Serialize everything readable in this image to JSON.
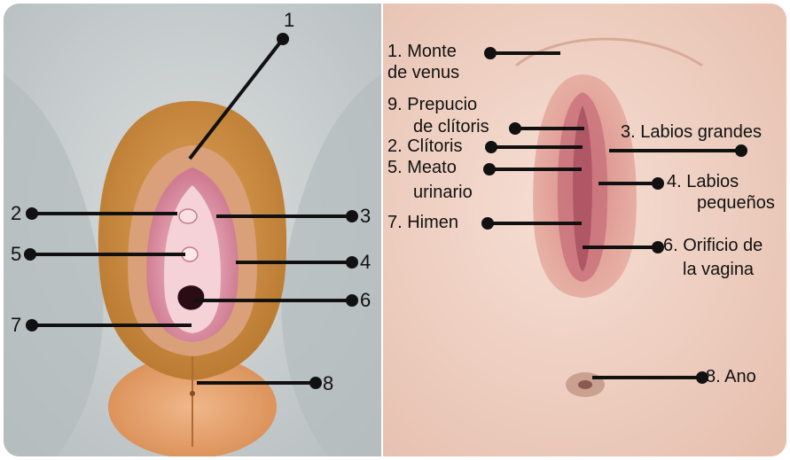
{
  "left_panel": {
    "labels": {
      "n1": "1",
      "n2": "2",
      "n3": "3",
      "n4": "4",
      "n5": "5",
      "n6": "6",
      "n7": "7",
      "n8": "8"
    }
  },
  "right_panel": {
    "labels": {
      "monte_line1": "1. Monte",
      "monte_line2": "de venus",
      "prepucio_line1": "9. Prepucio",
      "prepucio_line2": "de clítoris",
      "clitoris": "2. Clítoris",
      "meato_line1": "5. Meato",
      "meato_line2": "urinario",
      "himen": "7. Himen",
      "labios_grandes": "3. Labios grandes",
      "labios_pequenos_line1": "4. Labios",
      "labios_pequenos_line2": "pequeños",
      "orificio_line1": "6. Orificio de",
      "orificio_line2": "la vagina",
      "ano": "8. Ano"
    }
  },
  "colors": {
    "left_background": "#c9cfd0",
    "right_background": "#f1d8cd",
    "leader_lines": "#111111",
    "hair": "#c98a3c",
    "tissue": "#e8a9b2"
  }
}
